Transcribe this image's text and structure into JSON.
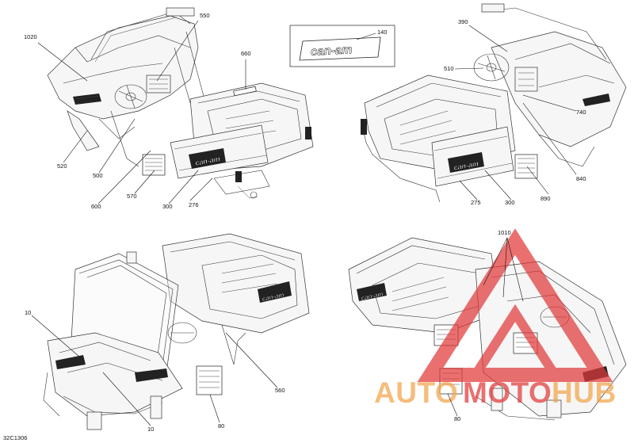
{
  "diagram_code": "32C1306",
  "callouts": {
    "c1020": "1020",
    "c550": "550",
    "c660": "660",
    "c140": "140",
    "c390": "390",
    "c510": "510",
    "c520": "520",
    "c500": "500",
    "c570": "570",
    "c600": "600",
    "c300_left": "300",
    "c276": "276",
    "c740": "740",
    "c840": "840",
    "c890": "890",
    "c300_right": "300",
    "c275": "275",
    "c1010": "1010",
    "c10_top": "10",
    "c10_bottom": "10",
    "c560": "560",
    "c80_left": "80",
    "c80_right": "80"
  },
  "logo": {
    "decal_text": "can-am"
  },
  "watermark": {
    "part1": "AUTO",
    "part2": "MOTO",
    "part3": "HUB",
    "color_orange": "#f2a54a",
    "color_red": "#e23a3a"
  }
}
